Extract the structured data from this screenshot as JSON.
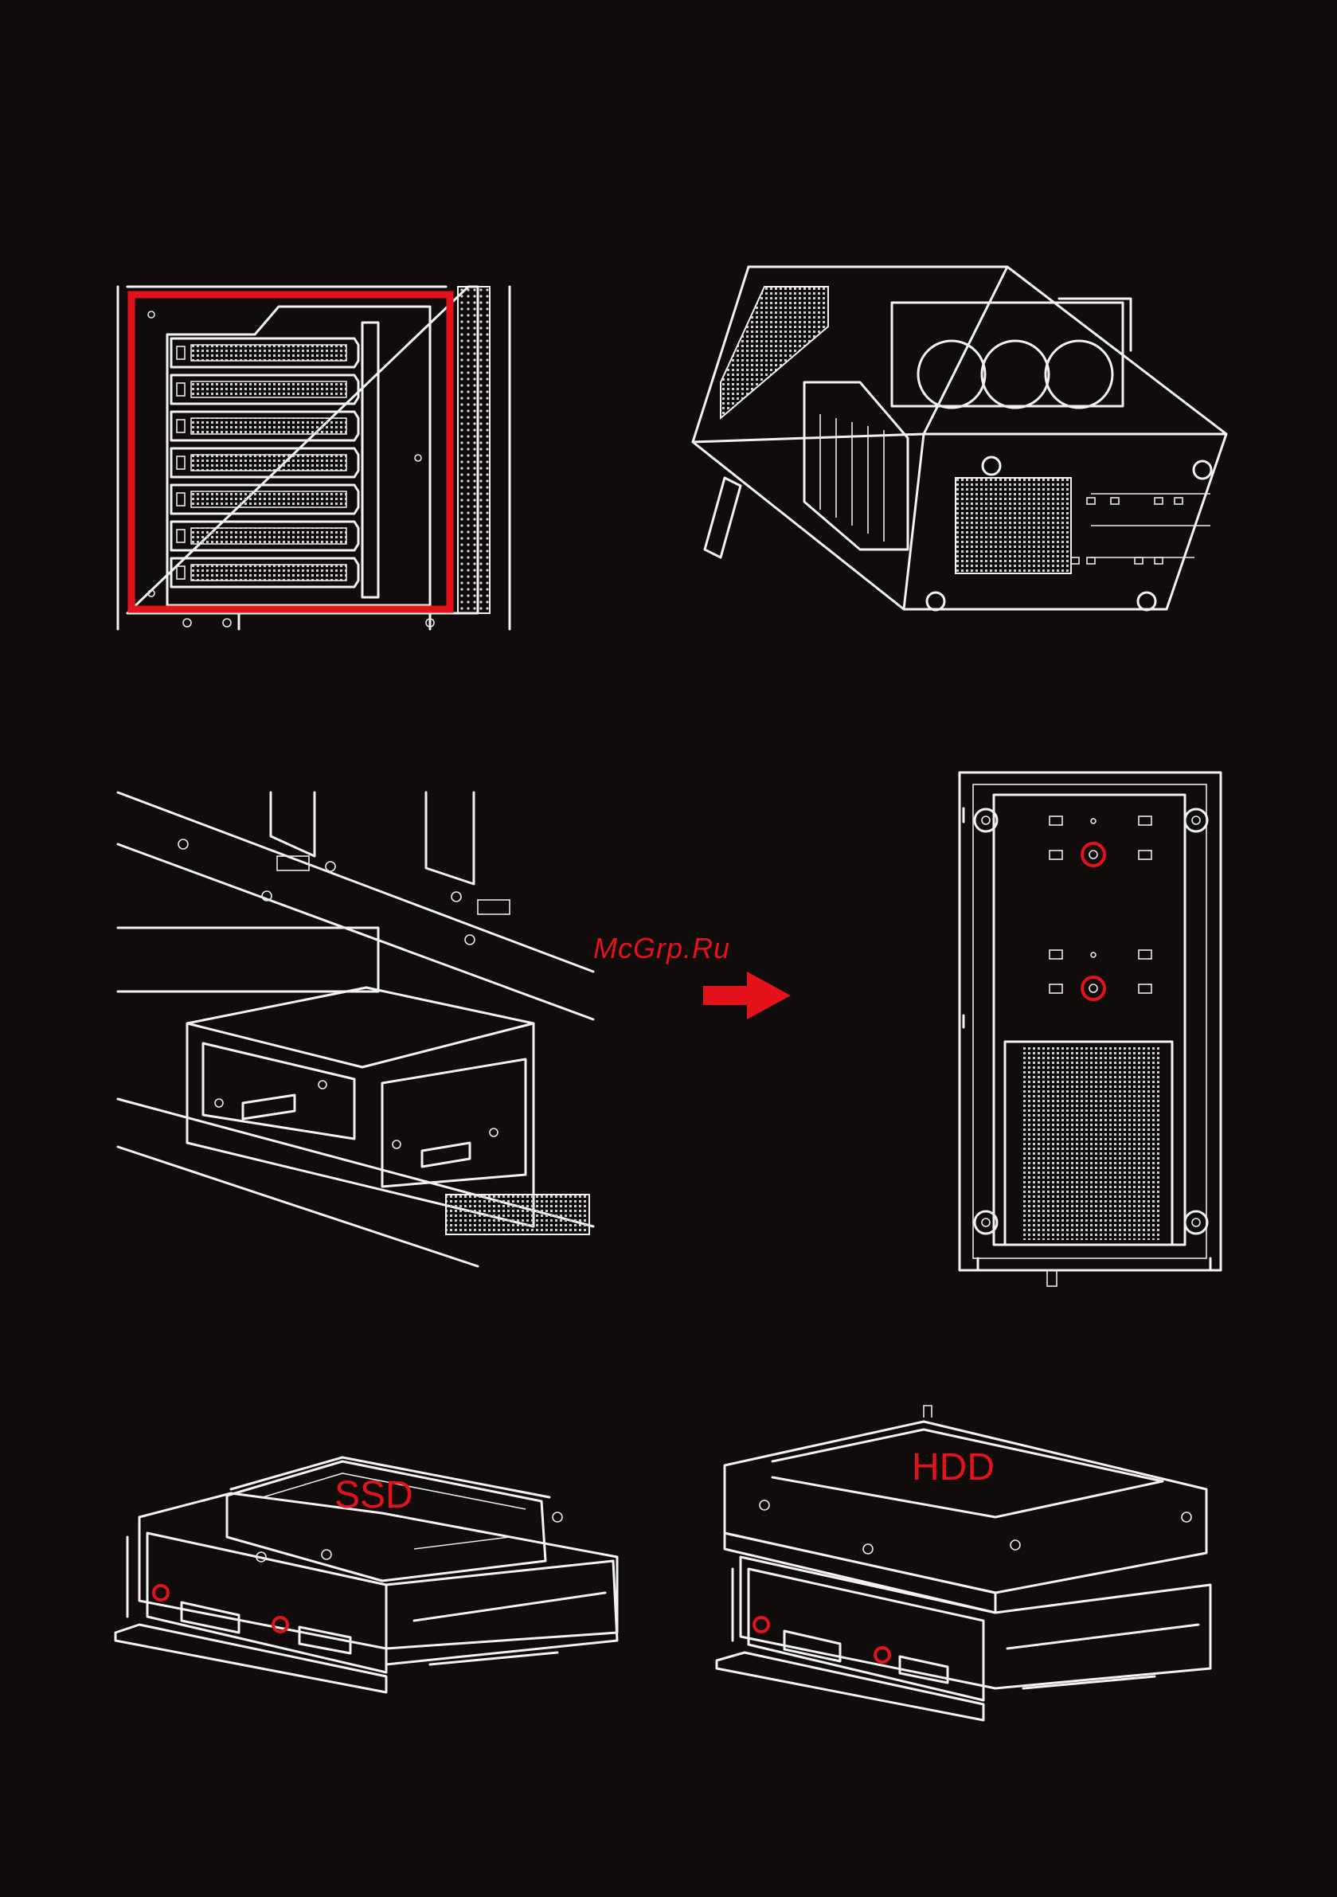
{
  "labels": {
    "watermark": "McGrp.Ru",
    "ssd": "SSD",
    "hdd": "HDD"
  },
  "colors": {
    "background": "#0f0c0b",
    "line": "#f2f2f2",
    "accent": "#e3121b"
  },
  "icons": {
    "direction": "arrow-right-icon",
    "callout": "red-circle-marker"
  },
  "expansion_slots": 7
}
